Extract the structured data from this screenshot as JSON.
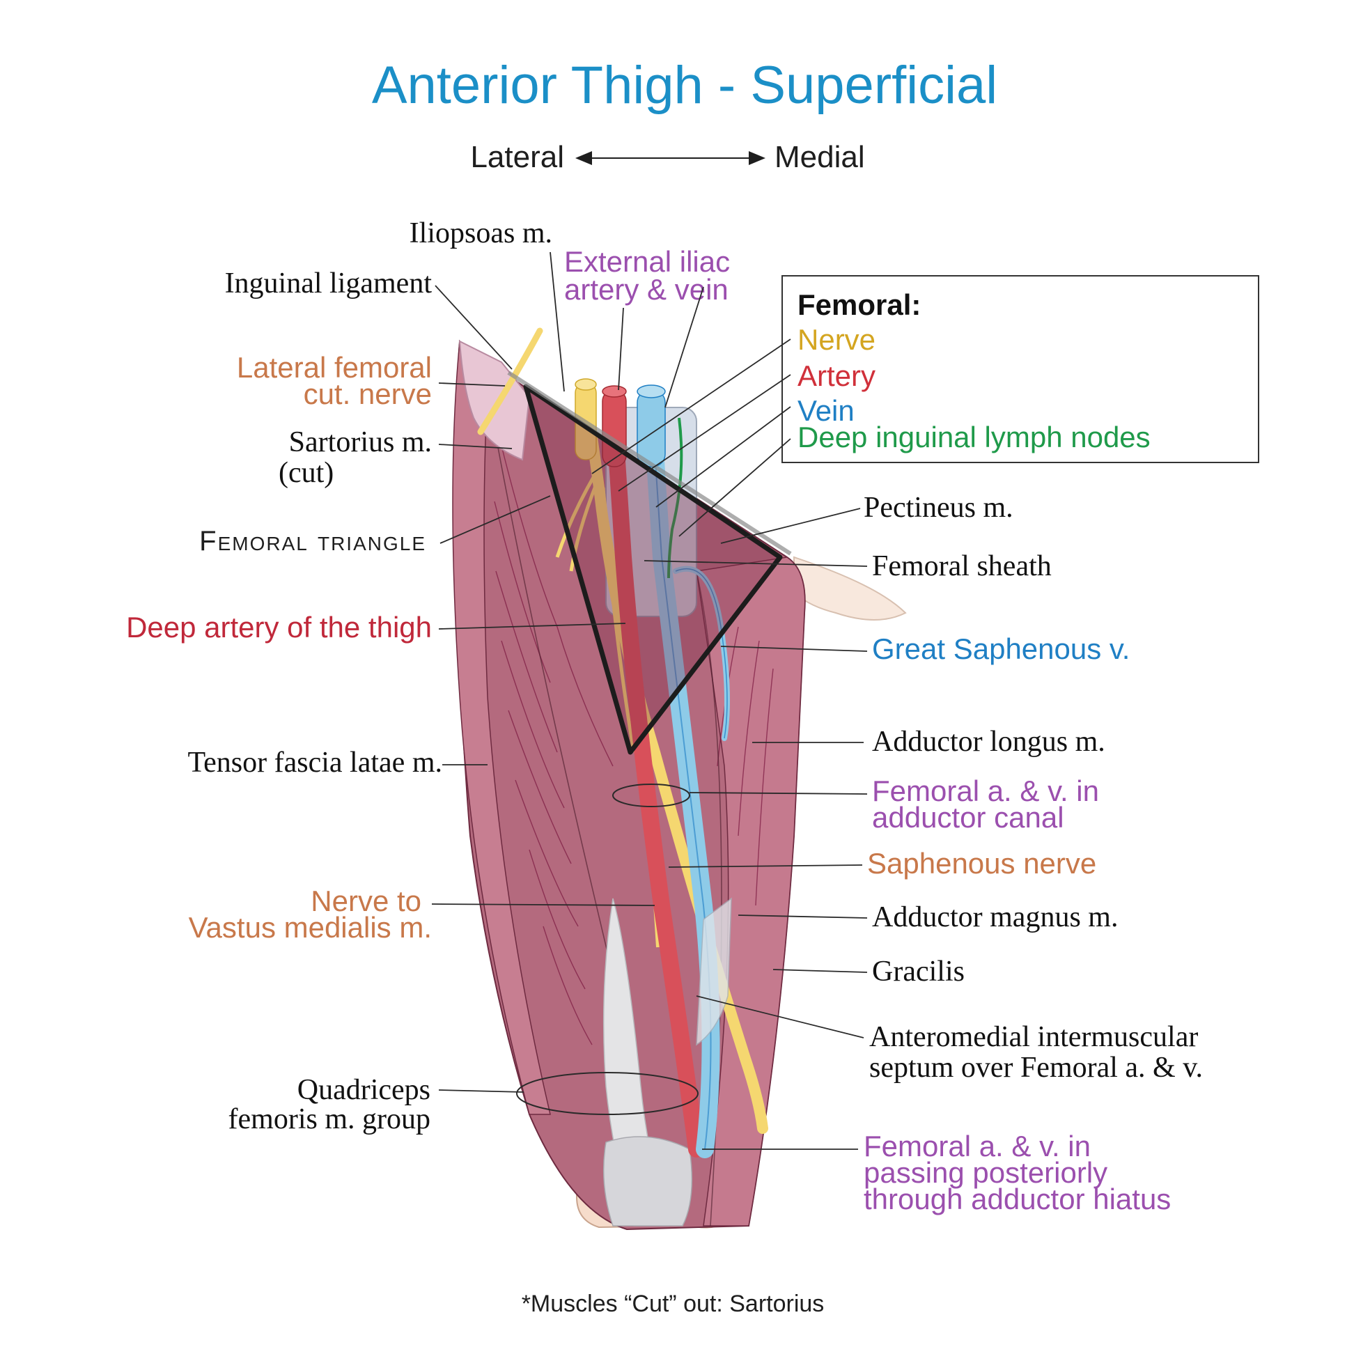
{
  "title": "Anterior Thigh - Superficial",
  "orientation": {
    "lateral": "Lateral",
    "medial": "Medial"
  },
  "legend": {
    "heading": "Femoral:",
    "items": [
      {
        "label": "Nerve",
        "color": "#d4a520"
      },
      {
        "label": "Artery",
        "color": "#d0303a"
      },
      {
        "label": "Vein",
        "color": "#1f7fc4"
      },
      {
        "label": "Deep inguinal lymph nodes",
        "color": "#1f9a4a"
      }
    ]
  },
  "labels_left": {
    "iliopsoas": "Iliopsoas m.",
    "inguinal": "Inguinal ligament",
    "lat_fem_1": "Lateral femoral",
    "lat_fem_2": "cut. nerve",
    "sartorius_1": "Sartorius m.",
    "sartorius_2": "(cut)",
    "triangle": "Femoral triangle",
    "deep_artery": "Deep artery of the thigh",
    "tensor": "Tensor fascia latae m.",
    "nerve_vm_1": "Nerve to",
    "nerve_vm_2": "Vastus medialis m.",
    "quad_1": "Quadriceps",
    "quad_2": "femoris m. group"
  },
  "labels_right": {
    "ext_iliac_1": "External iliac",
    "ext_iliac_2": "artery & vein",
    "pectineus": "Pectineus m.",
    "sheath": "Femoral sheath",
    "gsv": "Great Saphenous v.",
    "add_longus": "Adductor longus m.",
    "canal_1": "Femoral a. & v. in",
    "canal_2": "adductor canal",
    "saph_nerve": "Saphenous nerve",
    "add_magnus": "Adductor magnus m.",
    "gracilis": "Gracilis",
    "septum_1": "Anteromedial intermuscular",
    "septum_2": "septum over Femoral a. & v.",
    "hiatus_1": "Femoral a. & v. in",
    "hiatus_2": "passing posteriorly",
    "hiatus_3": "through adductor hiatus"
  },
  "footnote": "*Muscles “Cut” out: Sartorius",
  "colors": {
    "title": "#1b8fc7",
    "purple_label": "#9b4fae",
    "orange_label": "#c8784a",
    "red_label": "#c0283a",
    "blue_label": "#1f7fc4",
    "muscle": "#b46a7e",
    "nerve": "#f5d770",
    "artery": "#d8505a",
    "vein": "#8ecbe8"
  }
}
